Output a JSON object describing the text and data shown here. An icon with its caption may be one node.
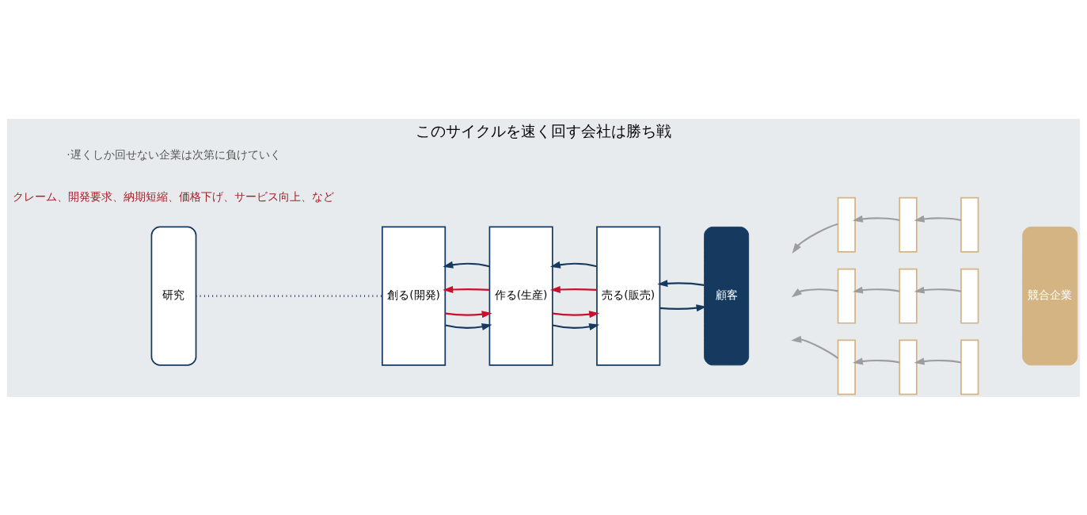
{
  "diagram": {
    "title": "このサイクルを速く回す会社は勝ち戦",
    "nodes": [
      {
        "text": [
          "研究"
        ]
      },
      {
        "text": [
          "創る(開発)"
        ]
      },
      {
        "text": [
          "作る(生産)"
        ]
      },
      {
        "text": [
          "売る(販売)"
        ]
      },
      {
        "text": [
          "顧客"
        ]
      },
      {
        "text": [],
        "shape": "box"
      },
      {
        "text": [],
        "shape": "box"
      },
      {
        "text": [],
        "shape": "box"
      },
      {
        "text": [],
        "shape": "box"
      },
      {
        "text": [],
        "shape": "box"
      },
      {
        "text": [],
        "shape": "box"
      },
      {
        "text": [],
        "shape": "box"
      },
      {
        "text": [],
        "shape": "box"
      },
      {
        "text": [],
        "shape": "box"
      },
      {
        "text": [
          "競合企業"
        ]
      }
    ],
    "edges": [
      {
        "from": 0,
        "to": 1,
        "arrow": "none",
        "style": "dashed",
        "color": "#163a5f"
      },
      {
        "from": 1,
        "to": 2,
        "arrow": "to",
        "color": "#163a5f"
      },
      {
        "from": 2,
        "to": 3,
        "arrow": "to",
        "color": "#163a5f"
      },
      {
        "from": 3,
        "to": 4,
        "arrow": "to",
        "color": "#163a5f"
      },
      {
        "from": 1,
        "to": 2,
        "arrow": "to",
        "color": "#c8102e"
      },
      {
        "from": 2,
        "to": 3,
        "arrow": "to",
        "color": "#c8102e"
      },
      {
        "from": 3,
        "to": 2,
        "arrow": "to",
        "color": "#c8102e"
      },
      {
        "from": 2,
        "to": 1,
        "arrow": "to",
        "color": "#c8102e"
      },
      {
        "from": 2,
        "to": 1,
        "arrow": "to",
        "color": "#163a5f"
      },
      {
        "from": 3,
        "to": 2,
        "arrow": "to",
        "color": "#163a5f"
      },
      {
        "from": 4,
        "to": 3,
        "arrow": "to",
        "color": "#163a5f"
      },
      {
        "from": 5,
        "to": null,
        "arrow": "to",
        "color": "#9d9d9f"
      },
      {
        "from": 6,
        "to": 5,
        "arrow": "to",
        "color": "#9d9d9f"
      },
      {
        "from": 7,
        "to": 6,
        "arrow": "to",
        "color": "#9d9d9f"
      },
      {
        "from": 8,
        "to": null,
        "arrow": "to",
        "color": "#9d9d9f"
      },
      {
        "from": 9,
        "to": 8,
        "arrow": "to",
        "color": "#9d9d9f"
      },
      {
        "from": 10,
        "to": 9,
        "arrow": "to",
        "color": "#9d9d9f"
      },
      {
        "from": 11,
        "to": null,
        "arrow": "to",
        "color": "#9d9d9f"
      },
      {
        "from": 12,
        "to": 11,
        "arrow": "to",
        "color": "#9d9d9f"
      },
      {
        "from": 13,
        "to": 12,
        "arrow": "to",
        "color": "#9d9d9f"
      }
    ],
    "labels": [
      "·遅くしか回せない企業は次第に負けていく",
      "クレーム、開発要求、納期短縮、価格下げ、サービス向上、など"
    ]
  }
}
